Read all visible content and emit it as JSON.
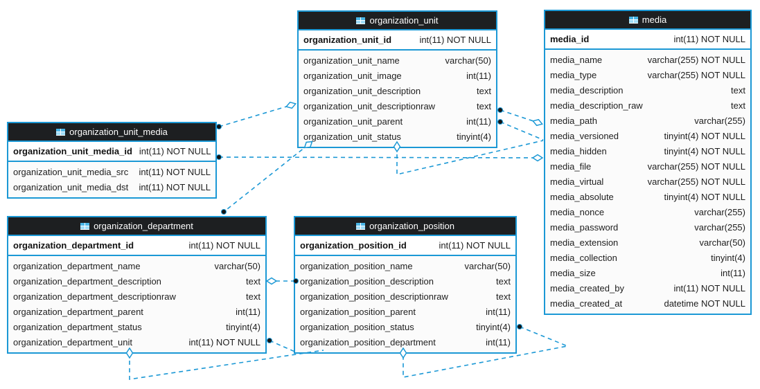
{
  "diagram": {
    "colors": {
      "accent_blue": "#1b98d5",
      "header_background": "#1d1f21",
      "header_text": "#ffffff",
      "row_text": "#1d1d1d",
      "relationship_line": "#1b98d5"
    },
    "tables": [
      {
        "title": "organization_unit",
        "pk": {
          "name": "organization_unit_id",
          "type": "int(11) NOT NULL"
        },
        "columns": [
          {
            "name": "organization_unit_name",
            "type": "varchar(50)"
          },
          {
            "name": "organization_unit_image",
            "type": "int(11)"
          },
          {
            "name": "organization_unit_description",
            "type": "text"
          },
          {
            "name": "organization_unit_descriptionraw",
            "type": "text"
          },
          {
            "name": "organization_unit_parent",
            "type": "int(11)"
          },
          {
            "name": "organization_unit_status",
            "type": "tinyint(4)"
          }
        ]
      },
      {
        "title": "media",
        "pk": {
          "name": "media_id",
          "type": "int(11) NOT NULL"
        },
        "columns": [
          {
            "name": "media_name",
            "type": "varchar(255) NOT NULL"
          },
          {
            "name": "media_type",
            "type": "varchar(255) NOT NULL"
          },
          {
            "name": "media_description",
            "type": "text"
          },
          {
            "name": "media_description_raw",
            "type": "text"
          },
          {
            "name": "media_path",
            "type": "varchar(255)"
          },
          {
            "name": "media_versioned",
            "type": "tinyint(4) NOT NULL"
          },
          {
            "name": "media_hidden",
            "type": "tinyint(4) NOT NULL"
          },
          {
            "name": "media_file",
            "type": "varchar(255) NOT NULL"
          },
          {
            "name": "media_virtual",
            "type": "varchar(255) NOT NULL"
          },
          {
            "name": "media_absolute",
            "type": "tinyint(4) NOT NULL"
          },
          {
            "name": "media_nonce",
            "type": "varchar(255)"
          },
          {
            "name": "media_password",
            "type": "varchar(255)"
          },
          {
            "name": "media_extension",
            "type": "varchar(50)"
          },
          {
            "name": "media_collection",
            "type": "tinyint(4)"
          },
          {
            "name": "media_size",
            "type": "int(11)"
          },
          {
            "name": "media_created_by",
            "type": "int(11) NOT NULL"
          },
          {
            "name": "media_created_at",
            "type": "datetime NOT NULL"
          }
        ]
      },
      {
        "title": "organization_unit_media",
        "pk": {
          "name": "organization_unit_media_id",
          "type": "int(11) NOT NULL"
        },
        "columns": [
          {
            "name": "organization_unit_media_src",
            "type": "int(11) NOT NULL"
          },
          {
            "name": "organization_unit_media_dst",
            "type": "int(11) NOT NULL"
          }
        ]
      },
      {
        "title": "organization_department",
        "pk": {
          "name": "organization_department_id",
          "type": "int(11) NOT NULL"
        },
        "columns": [
          {
            "name": "organization_department_name",
            "type": "varchar(50)"
          },
          {
            "name": "organization_department_description",
            "type": "text"
          },
          {
            "name": "organization_department_descriptionraw",
            "type": "text"
          },
          {
            "name": "organization_department_parent",
            "type": "int(11)"
          },
          {
            "name": "organization_department_status",
            "type": "tinyint(4)"
          },
          {
            "name": "organization_department_unit",
            "type": "int(11) NOT NULL"
          }
        ]
      },
      {
        "title": "organization_position",
        "pk": {
          "name": "organization_position_id",
          "type": "int(11) NOT NULL"
        },
        "columns": [
          {
            "name": "organization_position_name",
            "type": "varchar(50)"
          },
          {
            "name": "organization_position_description",
            "type": "text"
          },
          {
            "name": "organization_position_descriptionraw",
            "type": "text"
          },
          {
            "name": "organization_position_parent",
            "type": "int(11)"
          },
          {
            "name": "organization_position_status",
            "type": "tinyint(4)"
          },
          {
            "name": "organization_position_department",
            "type": "int(11)"
          }
        ]
      }
    ],
    "relationships": [
      {
        "from": "organization_unit_media",
        "to": "organization_unit"
      },
      {
        "from": "organization_unit_media",
        "to": "media"
      },
      {
        "from": "organization_unit",
        "to": "media"
      },
      {
        "from": "organization_unit",
        "to": "media"
      },
      {
        "from": "organization_department",
        "to": "organization_unit"
      },
      {
        "from": "organization_position",
        "to": "organization_department"
      },
      {
        "from": "organization_department",
        "to": "organization_position"
      },
      {
        "from": "organization_department",
        "to": "organization_department"
      },
      {
        "from": "organization_position",
        "to": "organization_position"
      }
    ]
  }
}
